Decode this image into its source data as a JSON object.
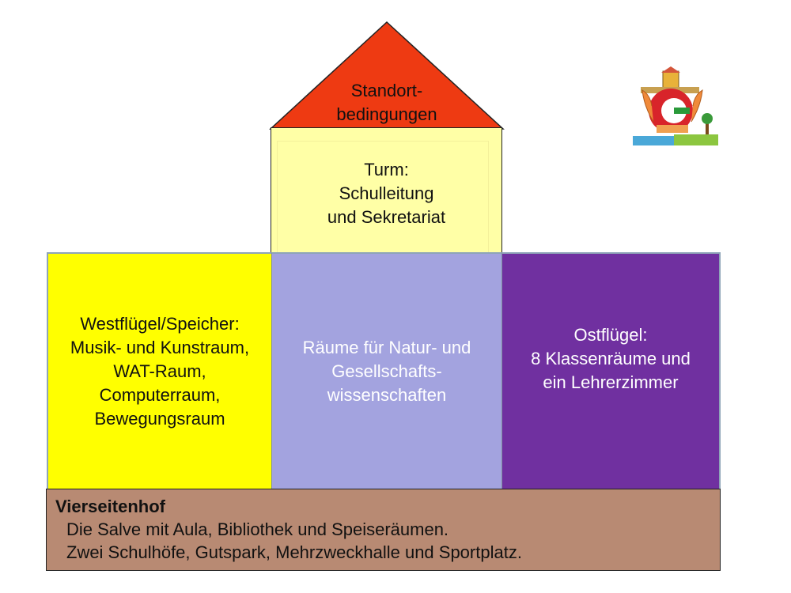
{
  "roof": {
    "lines": [
      "Standort-",
      "bedingungen"
    ],
    "color": "#ee3a12"
  },
  "tower": {
    "lines": [
      "Turm:",
      "Schulleitung",
      "und Sekretariat"
    ],
    "color": "#ffffa6"
  },
  "west_wing": {
    "lines": [
      "Westflügel/Speicher:",
      "Musik- und Kunstraum,",
      "WAT-Raum,",
      "Computerraum,",
      "Bewegungsraum"
    ],
    "color": "#ffff00"
  },
  "middle_wing": {
    "lines": [
      "Räume für Natur- und",
      "Gesellschafts-",
      "wissenschaften"
    ],
    "color": "#a3a3df"
  },
  "east_wing": {
    "lines": [
      "Ostflügel:",
      "8 Klassenräume und",
      "ein Lehrerzimmer"
    ],
    "color": "#7030a0"
  },
  "courtyard": {
    "title": "Vierseitenhof",
    "line1": "Die Salve mit Aula, Bibliothek und Speiseräumen.",
    "line2": "Zwei Schulhöfe, Gutspark, Mehrzweckhalle und Sportplatz.",
    "color": "#b88a73"
  },
  "logo": {
    "icon": "school-logo-icon"
  }
}
